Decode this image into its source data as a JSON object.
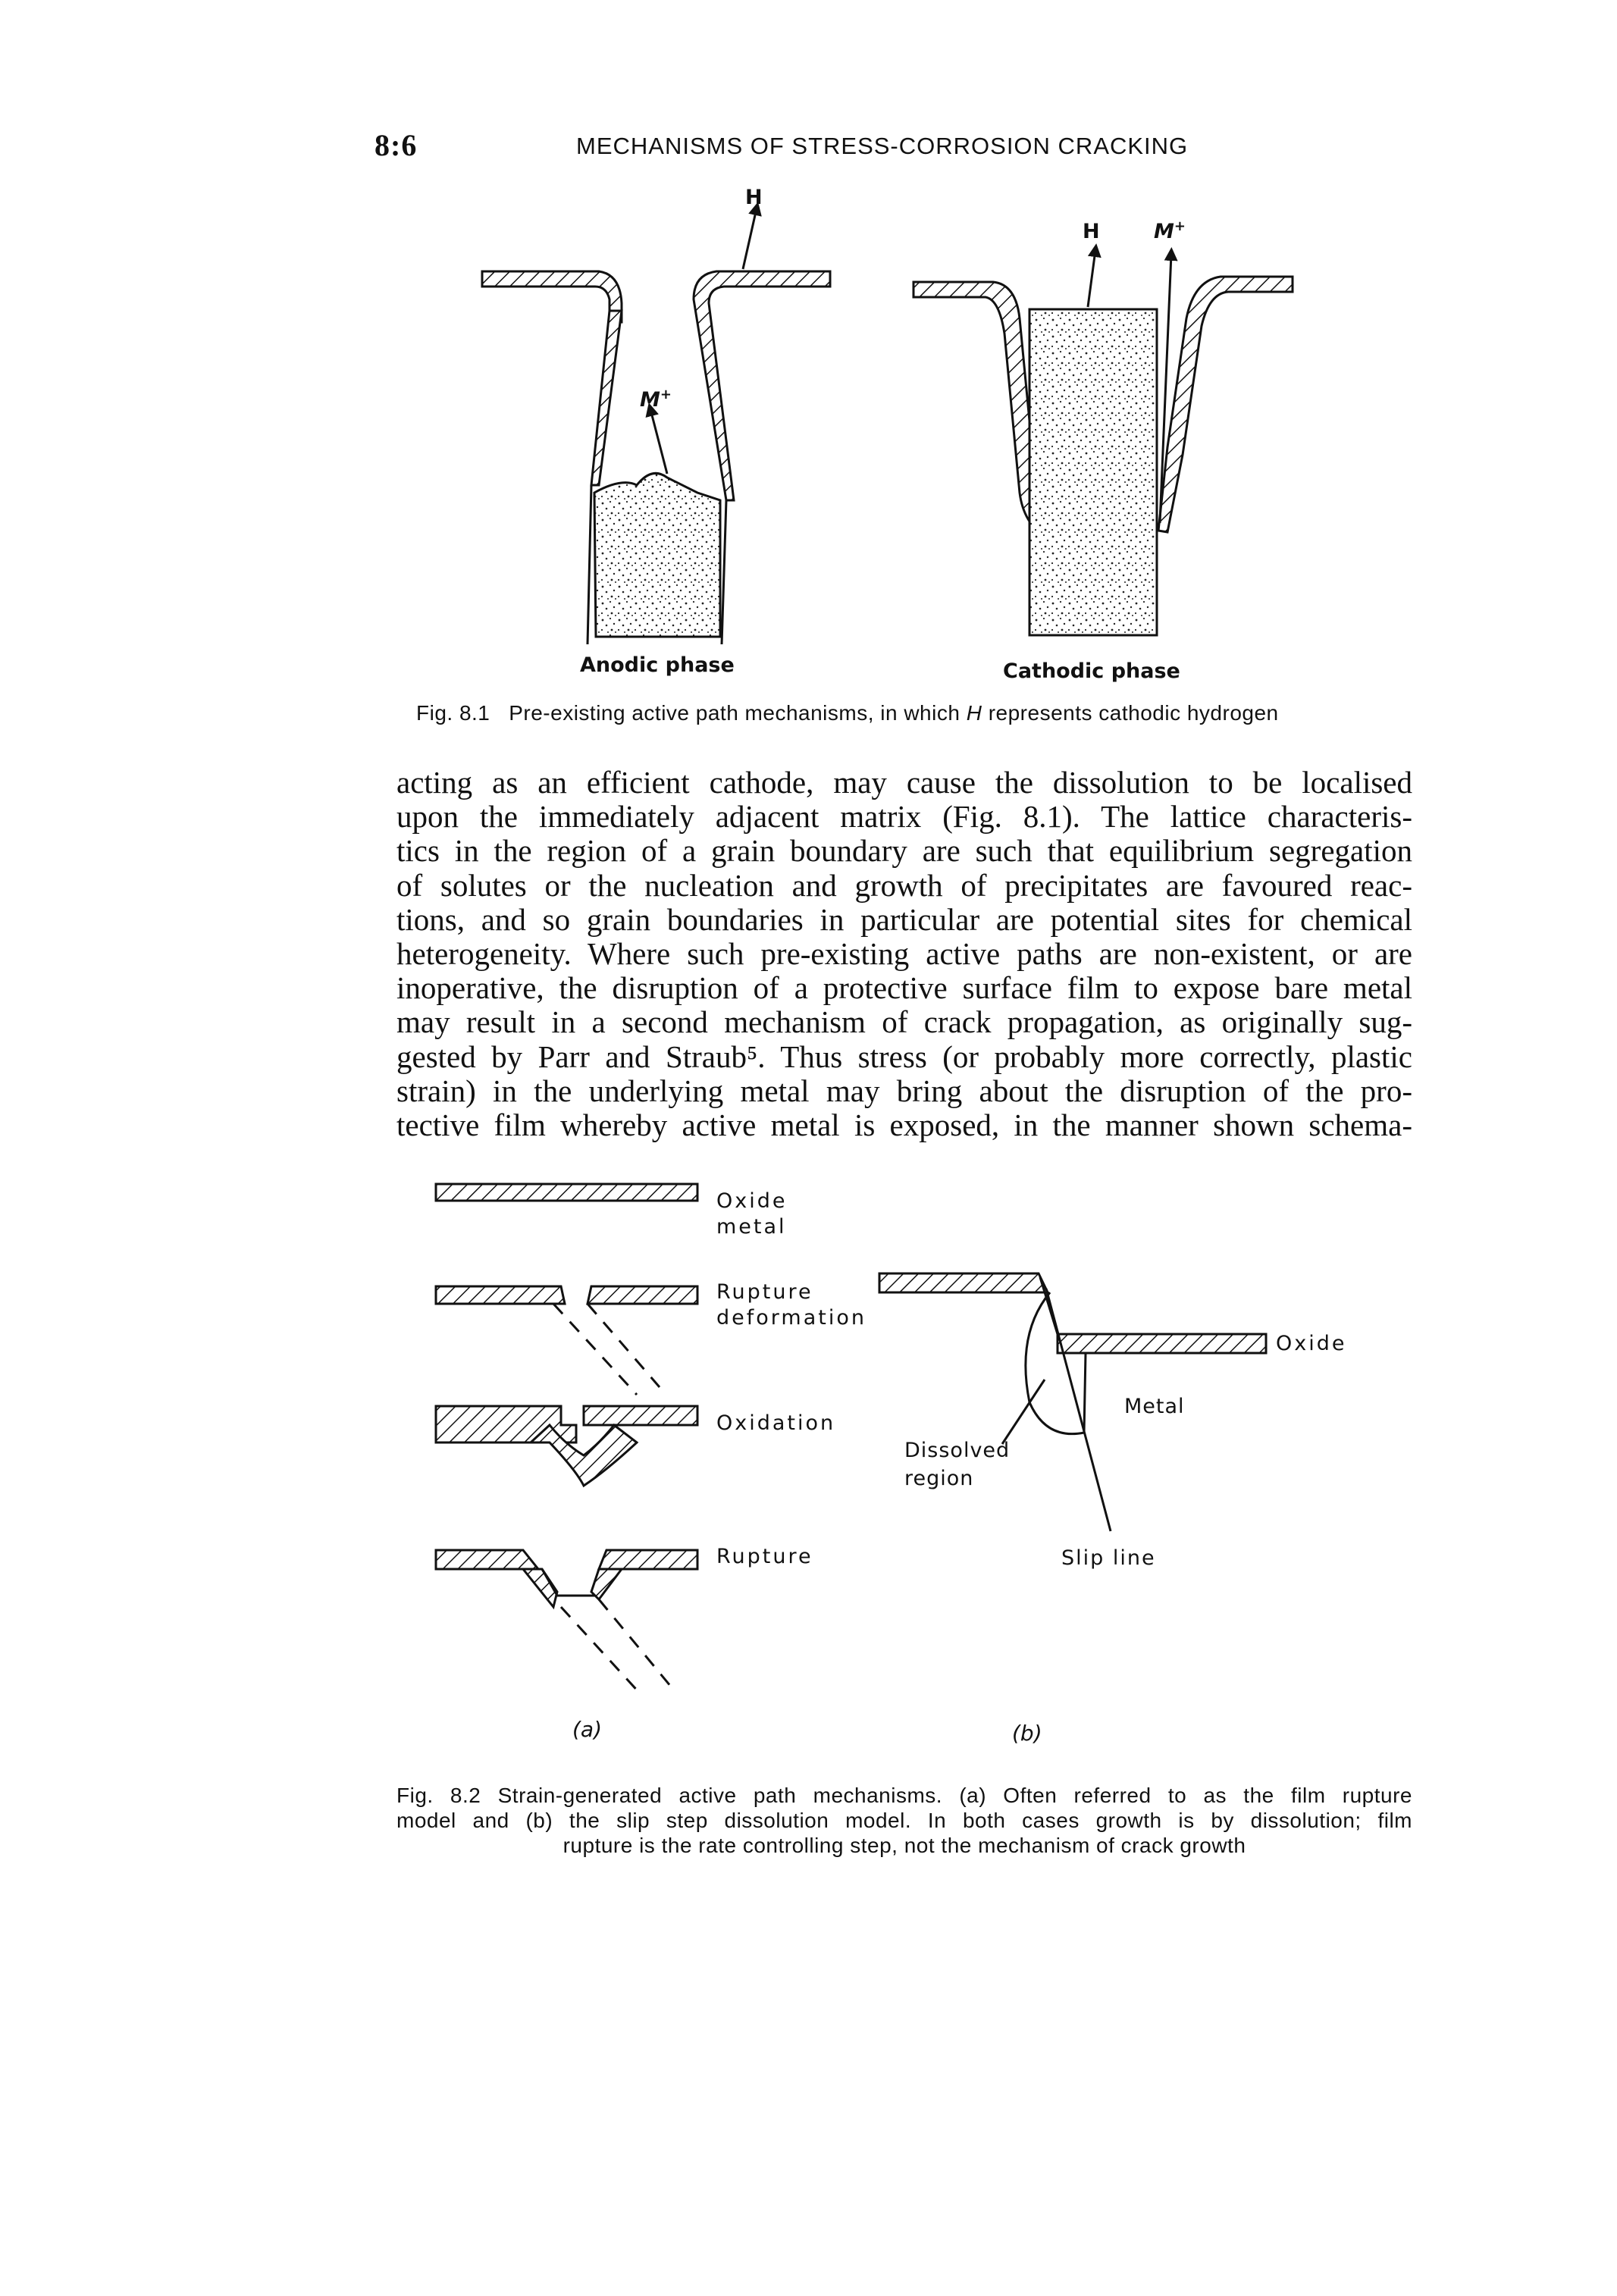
{
  "header": {
    "page_number": "8:6",
    "running_title": "MECHANISMS OF STRESS-CORROSION CRACKING"
  },
  "figure_8_1": {
    "labels": {
      "h_left": "H",
      "m_left": "M",
      "m_left_sup": "+",
      "h_right": "H",
      "m_right": "M",
      "m_right_sup": "+",
      "anodic": "Anodic phase",
      "cathodic": "Cathodic phase"
    },
    "caption_number": "Fig. 8.1",
    "caption_text_pre": "Pre-existing active path mechanisms, in which ",
    "caption_text_italic": "H",
    "caption_text_post": " represents cathodic hydrogen"
  },
  "body": {
    "lines": [
      "acting as an efficient cathode, may cause the dissolution to be localised",
      "upon the immediately adjacent matrix (Fig. 8.1). The lattice characteris-",
      "tics in the region of a grain boundary are such that equilibrium segregation",
      "of solutes or the nucleation and growth of precipitates are favoured reac-",
      "tions, and so grain boundaries in particular are potential sites for chemical",
      "heterogeneity. Where such pre-existing active paths are non-existent, or are",
      "inoperative, the disruption of a protective surface film to expose bare metal",
      "may result in a second mechanism of crack propagation, as originally sug-",
      "gested by Parr and Straub⁵. Thus stress (or probably more correctly, plastic",
      "strain) in the underlying metal may bring about the disruption of the pro-",
      "tective film whereby active metal is exposed, in the manner shown schema-"
    ]
  },
  "figure_8_2": {
    "a_labels": {
      "oxide": "Oxide",
      "metal": "metal",
      "rupture1": "Rupture",
      "deformation": "deformation",
      "oxidation": "Oxidation",
      "rupture2": "Rupture"
    },
    "b_labels": {
      "oxide": "Oxide",
      "metal": "Metal",
      "dissolved": "Dissolved",
      "region": "region",
      "slip_line": "Slip line"
    },
    "sub_a": "(a)",
    "sub_b": "(b)",
    "caption_lines": [
      "Fig. 8.2   Strain-generated active path mechanisms. (a) Often referred to as the film rupture",
      "model and (b) the slip step dissolution model. In both cases growth is by dissolution; film"
    ],
    "caption_last": "rupture is the rate controlling step, not the mechanism of crack growth"
  }
}
